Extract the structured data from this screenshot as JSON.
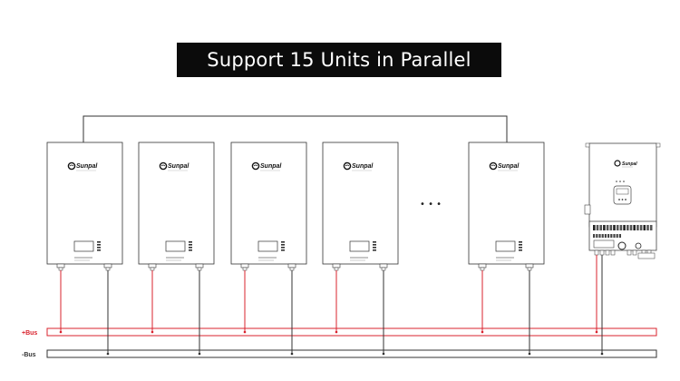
{
  "title": "Support 15 Units in Parallel",
  "brand": "Sunpal",
  "ellipsis": "• • •",
  "bus": {
    "positive_label": "+Bus",
    "negative_label": "-Bus"
  },
  "battery_count_shown": 5,
  "colors": {
    "positive": "#d9232e",
    "negative": "#333333",
    "outline": "#333333",
    "banner": "#0b0b0b"
  }
}
